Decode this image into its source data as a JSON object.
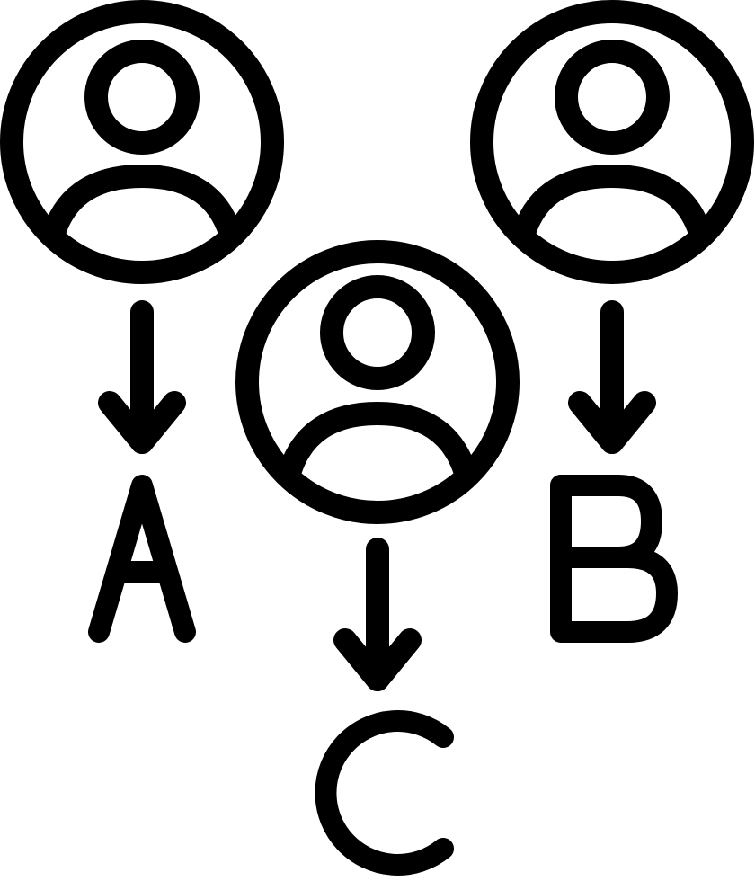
{
  "options": [
    {
      "id": "person-a",
      "label": "A",
      "icon": "person-circle-icon"
    },
    {
      "id": "person-b",
      "label": "B",
      "icon": "person-circle-icon"
    },
    {
      "id": "person-c",
      "label": "C",
      "icon": "person-circle-icon"
    }
  ],
  "colors": {
    "stroke": "#000000",
    "background": "#ffffff"
  }
}
